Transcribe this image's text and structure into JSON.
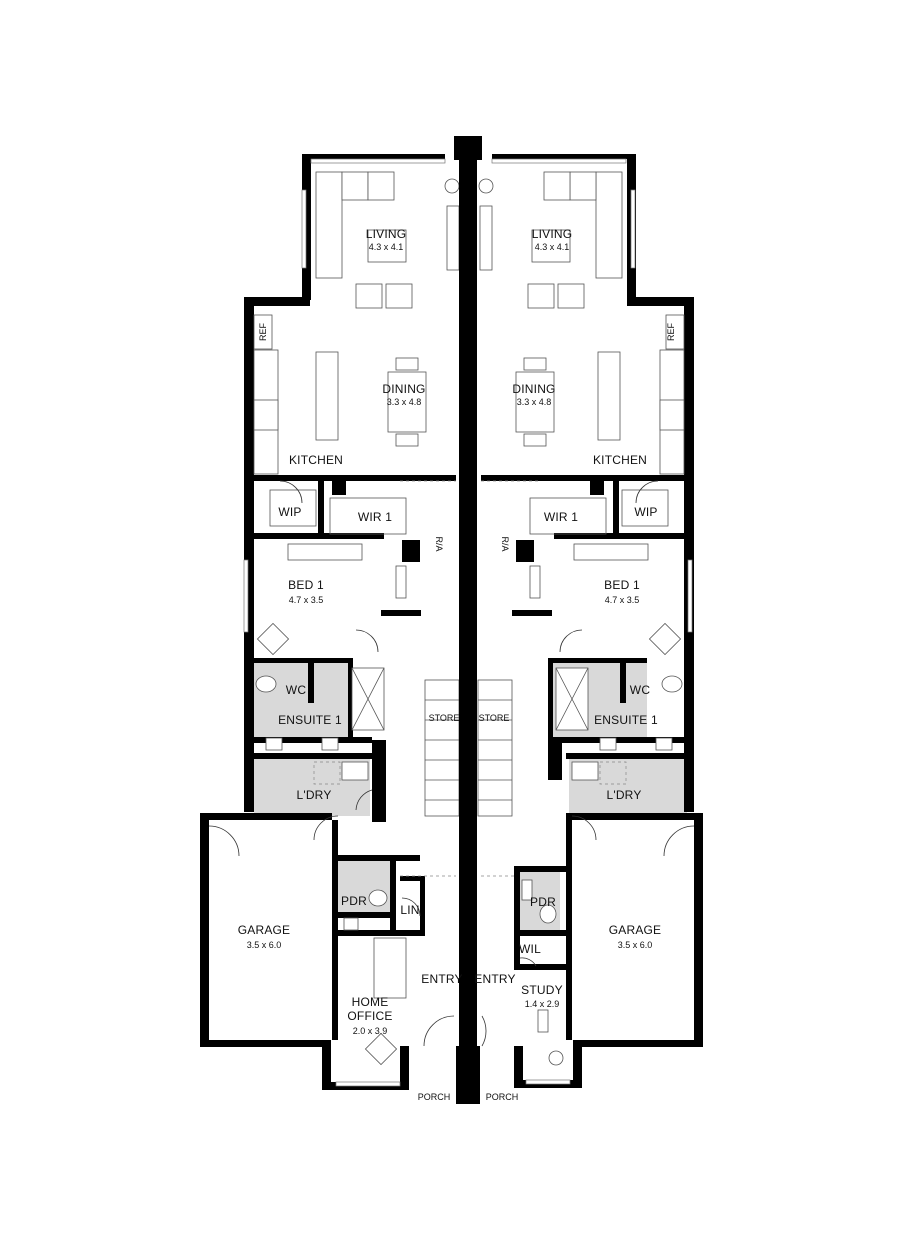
{
  "left": {
    "living": "LIVING",
    "living_dim": "4.3 x 4.1",
    "dining": "DINING",
    "dining_dim": "3.3 x 4.8",
    "kitchen": "KITCHEN",
    "ref": "REF",
    "wip": "WIP",
    "wir": "WIR 1",
    "ra": "R/A",
    "bed": "BED 1",
    "bed_dim": "4.7 x 3.5",
    "wc": "WC",
    "ensuite": "ENSUITE 1",
    "store": "STORE",
    "laundry": "L'DRY",
    "garage": "GARAGE",
    "garage_dim": "3.5 x 6.0",
    "pdr": "PDR",
    "lin": "LIN",
    "entry": "ENTRY",
    "office_line1": "HOME",
    "office_line2": "OFFICE",
    "office_dim": "2.0 x 3.9",
    "porch": "PORCH"
  },
  "right": {
    "living": "LIVING",
    "living_dim": "4.3 x 4.1",
    "dining": "DINING",
    "dining_dim": "3.3 x 4.8",
    "kitchen": "KITCHEN",
    "ref": "REF",
    "wip": "WIP",
    "wir": "WIR 1",
    "ra": "R/A",
    "bed": "BED 1",
    "bed_dim": "4.7 x 3.5",
    "wc": "WC",
    "ensuite": "ENSUITE 1",
    "store": "STORE",
    "laundry": "L'DRY",
    "garage": "GARAGE",
    "garage_dim": "3.5 x 6.0",
    "pdr": "PDR",
    "wil": "WIL",
    "entry": "ENTRY",
    "study": "STUDY",
    "study_dim": "1.4 x 2.9",
    "porch": "PORCH"
  }
}
